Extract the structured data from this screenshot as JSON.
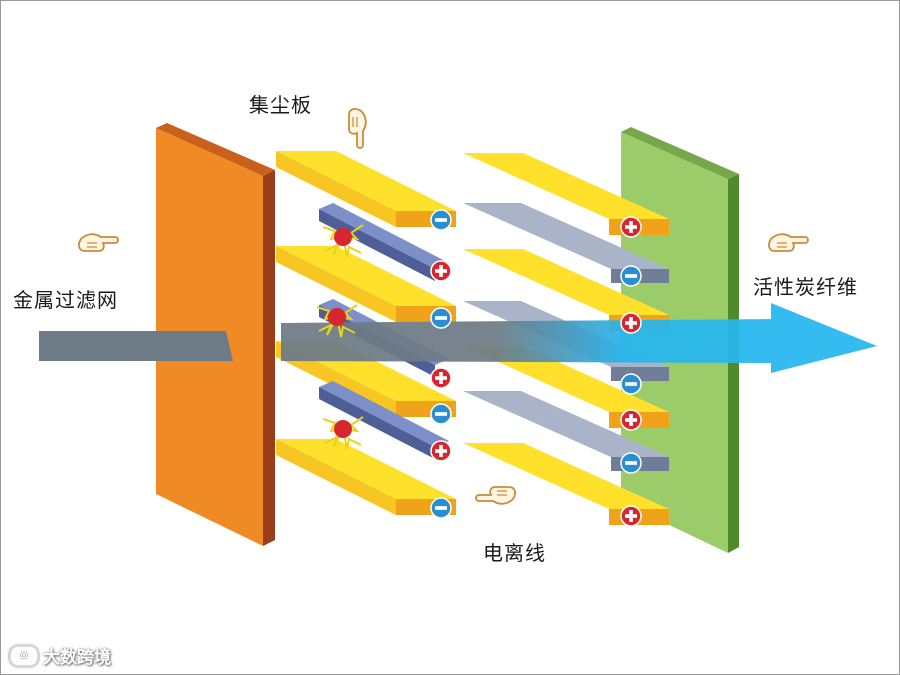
{
  "labels": {
    "collector_plate": "集尘板",
    "metal_filter": "金属过滤网",
    "activated_carbon": "活性炭纤维",
    "ionizing_wire": "电离线"
  },
  "watermark": {
    "text": "大数跨境",
    "logo": "logo-icon"
  },
  "signs": {
    "plus": "+",
    "minus": "−"
  },
  "colors": {
    "metal_filter_panel": "#f08a24",
    "carbon_panel": "#9ccc6a",
    "collector_plate": "#ffe02a",
    "blue_plate": "#7c8fc8",
    "gray_plate": "#a9b4c8",
    "inflow_arrow": "#6c7b86",
    "outflow_arrow": "#25b6ee",
    "plus_marker": "#d8262e",
    "minus_marker": "#2a8fd0"
  },
  "icons": [
    "pointing-hand-icon",
    "spark-icon",
    "plus-sign-icon",
    "minus-sign-icon"
  ]
}
